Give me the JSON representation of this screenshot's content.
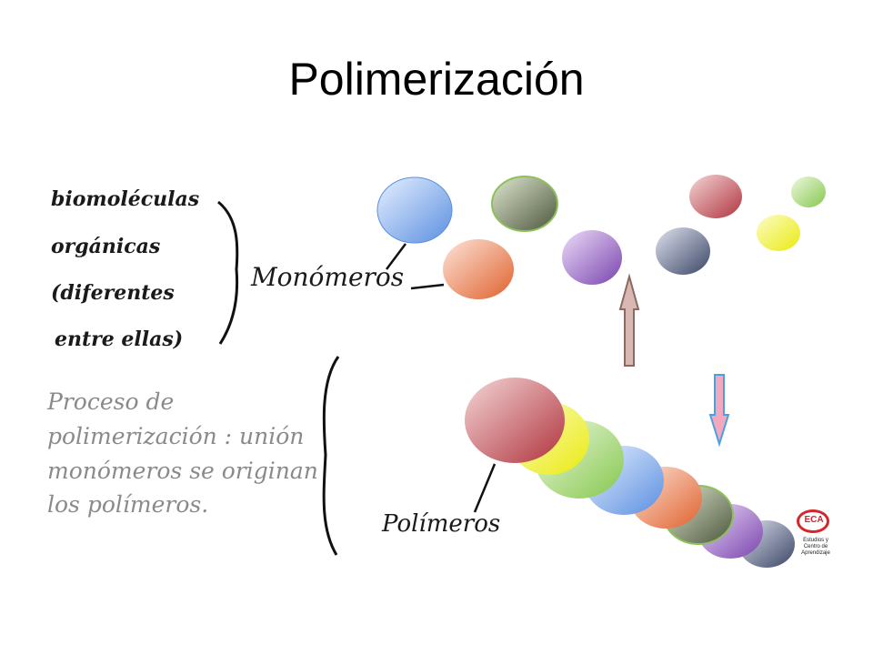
{
  "title": "Polimerización",
  "left_lines": [
    "biomoléculas",
    "orgánicas",
    "(diferentes",
    "entre ellas)"
  ],
  "label_monomeros": "Monómeros",
  "proceso_lines": [
    "Proceso de",
    "polimerización : unión",
    "monómeros se originan",
    "los polímeros."
  ],
  "label_polimeros": "Polímeros",
  "logo": {
    "acronym": "ECA",
    "lines": [
      "Estudios y",
      "Centro de",
      "Aprendizaje"
    ]
  },
  "colors": {
    "blue": "#7aa8e6",
    "green_gray": "#6c7a5a",
    "red": "#c8505a",
    "light_green": "#9ed46a",
    "orange": "#ee8a5a",
    "purple": "#9a6ac8",
    "slate": "#5a6684",
    "yellow": "#f2f23a",
    "arrow_up": "#c9a3a0",
    "arrow_down": "#f29ab4",
    "arrow_down_stroke": "#4aa0e0",
    "proceso_text": "#8a8a8a"
  }
}
